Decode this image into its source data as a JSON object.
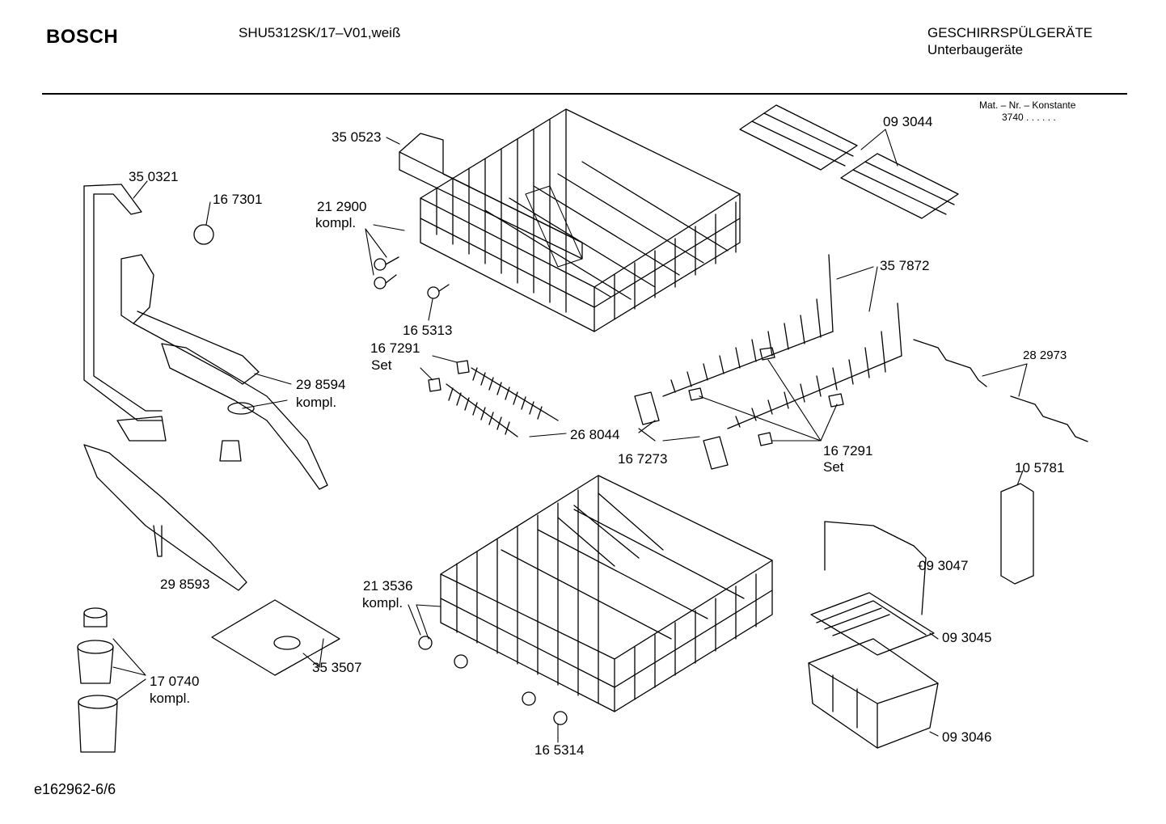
{
  "header": {
    "brand": "BOSCH",
    "model": "SHU5312SK/17–V01,weiß",
    "category": "GESCHIRRSPÜLGERÄTE",
    "subcategory": "Unterbaugeräte",
    "mat_nr_title": "Mat. – Nr. – Konstante",
    "mat_nr_value": "3740  .  .  .  .  .  ."
  },
  "parts": {
    "p350523": "35 0523",
    "p350321": "35 0321",
    "p167301": "16 7301",
    "p212900": "21 2900",
    "p212900_sub": "kompl.",
    "p165313": "16 5313",
    "p167291a": "16 7291",
    "p167291a_sub": "Set",
    "p298594": "29 8594",
    "p298594_sub": "kompl.",
    "p268044": "26 8044",
    "p167273": "16 7273",
    "p167291b": "16 7291",
    "p167291b_sub": "Set",
    "p357872": "35 7872",
    "p282973": "28 2973",
    "p093044": "09 3044",
    "p105781": "10 5781",
    "p093047": "09 3047",
    "p093045": "09 3045",
    "p093046": "09 3046",
    "p298593": "29 8593",
    "p213536": "21 3536",
    "p213536_sub": "kompl.",
    "p353507": "35 3507",
    "p170740": "17 0740",
    "p170740_sub": "kompl.",
    "p165314": "16 5314"
  },
  "footer": {
    "doc_id": "e162962-6/6"
  }
}
